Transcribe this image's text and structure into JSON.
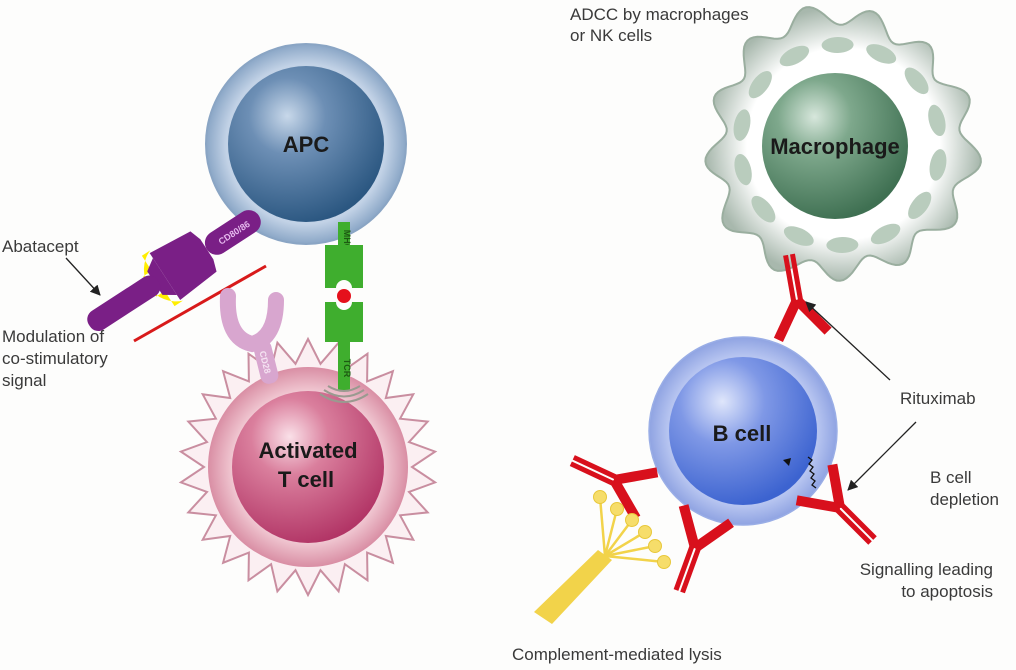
{
  "figure": {
    "type": "mechanism-of-action diagram",
    "left_panel": {
      "cells": {
        "apc": "APC",
        "t_cell_line1": "Activated",
        "t_cell_line2": "T cell"
      },
      "receptors": {
        "cd80_86": "CD80/86",
        "cd28": "CD28",
        "mhc": "MHC",
        "tcr": "TCR"
      },
      "labels": {
        "abatacept": "Abatacept",
        "modulation_line1": "Modulation of",
        "modulation_line2": "co-stimulatory",
        "modulation_line3": "signal"
      }
    },
    "right_panel": {
      "cells": {
        "macrophage": "Macrophage",
        "b_cell": "B cell"
      },
      "labels": {
        "adcc_line1": "ADCC by macrophages",
        "adcc_line2": "or NK cells",
        "rituximab": "Rituximab",
        "depletion_line1": "B cell",
        "depletion_line2": "depletion",
        "signalling_line1": "Signalling leading",
        "signalling_line2": "to apoptosis",
        "complement": "Complement-mediated lysis"
      }
    },
    "colors": {
      "apc": "#3f6a94",
      "t_cell": "#c9577e",
      "macrophage": "#5f8c6e",
      "b_cell": "#4f74d6",
      "abatacept": "#7a1f86",
      "abatacept_binding": "#ffee00",
      "cd28": "#d8a6cf",
      "mhc_tcr": "#3fae2e",
      "antigen": "#e5101c",
      "rituximab": "#d8101c",
      "complement": "#f2d34a",
      "modulation_line": "#d81a1a"
    }
  }
}
